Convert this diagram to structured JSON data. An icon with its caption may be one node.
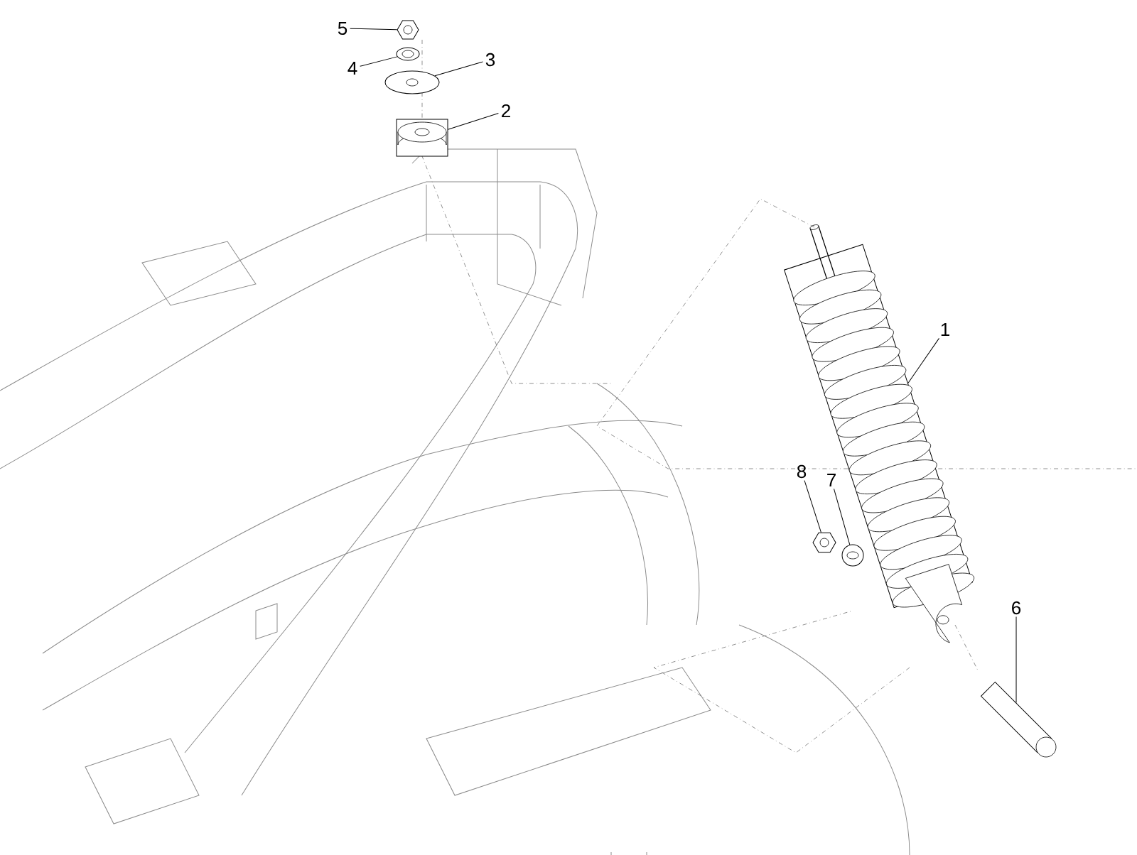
{
  "diagram": {
    "nodes": [
      {
        "text": [
          "1"
        ]
      },
      {
        "text": [
          "2"
        ]
      },
      {
        "text": [
          "3"
        ]
      },
      {
        "text": [
          "4"
        ]
      },
      {
        "text": [
          "5"
        ]
      },
      {
        "text": [
          "6"
        ]
      },
      {
        "text": [
          "7"
        ]
      },
      {
        "text": [
          "8"
        ]
      },
      {
        "text": [],
        "shape": "picture"
      },
      {
        "text": [],
        "shape": "picture"
      },
      {
        "text": [],
        "shape": "picture"
      },
      {
        "text": [],
        "shape": "picture"
      },
      {
        "text": [],
        "shape": "picture"
      },
      {
        "text": [],
        "shape": "picture"
      },
      {
        "text": [],
        "shape": "picture"
      },
      {
        "text": [],
        "shape": "picture"
      }
    ],
    "edges": [
      {
        "from": 0,
        "to": 8,
        "arrow": "none"
      },
      {
        "from": 1,
        "to": 9,
        "arrow": "none"
      },
      {
        "from": 2,
        "to": 10,
        "arrow": "none"
      },
      {
        "from": 3,
        "to": 11,
        "arrow": "none"
      },
      {
        "from": 4,
        "to": 12,
        "arrow": "none"
      },
      {
        "from": 5,
        "to": 13,
        "arrow": "none"
      },
      {
        "from": 6,
        "to": 14,
        "arrow": "none"
      },
      {
        "from": 7,
        "to": 15,
        "arrow": "none"
      }
    ]
  }
}
